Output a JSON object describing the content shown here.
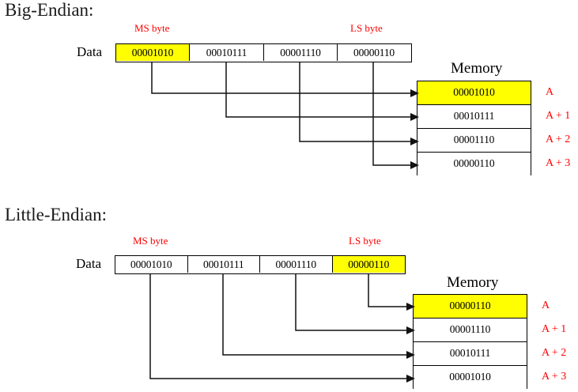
{
  "diagram": {
    "kind": "endianness-byte-order-diagram",
    "colors": {
      "highlight": "#ffff00",
      "label_red": "#ff0000",
      "line": "#111111",
      "background": "#ffffff"
    },
    "sections": [
      {
        "id": "big-endian",
        "title": "Big-Endian:",
        "data_label": "Data",
        "ms_byte_label": "MS byte",
        "ls_byte_label": "LS byte",
        "memory_title": "Memory",
        "data_bytes": [
          {
            "value": "00001010",
            "highlight": true
          },
          {
            "value": "00010111",
            "highlight": false
          },
          {
            "value": "00001110",
            "highlight": false
          },
          {
            "value": "00000110",
            "highlight": false
          }
        ],
        "memory_cells": [
          {
            "value": "00001010",
            "address": "A",
            "highlight": true
          },
          {
            "value": "00010111",
            "address": "A + 1",
            "highlight": false
          },
          {
            "value": "00001110",
            "address": "A + 2",
            "highlight": false
          },
          {
            "value": "00000110",
            "address": "A + 3",
            "highlight": false
          }
        ],
        "mapping": [
          {
            "from_byte_index": 0,
            "to_memory_index": 0
          },
          {
            "from_byte_index": 1,
            "to_memory_index": 1
          },
          {
            "from_byte_index": 2,
            "to_memory_index": 2
          },
          {
            "from_byte_index": 3,
            "to_memory_index": 3
          }
        ]
      },
      {
        "id": "little-endian",
        "title": "Little-Endian:",
        "data_label": "Data",
        "ms_byte_label": "MS byte",
        "ls_byte_label": "LS byte",
        "memory_title": "Memory",
        "data_bytes": [
          {
            "value": "00001010",
            "highlight": false
          },
          {
            "value": "00010111",
            "highlight": false
          },
          {
            "value": "00001110",
            "highlight": false
          },
          {
            "value": "00000110",
            "highlight": true
          }
        ],
        "memory_cells": [
          {
            "value": "00000110",
            "address": "A",
            "highlight": true
          },
          {
            "value": "00001110",
            "address": "A + 1",
            "highlight": false
          },
          {
            "value": "00010111",
            "address": "A + 2",
            "highlight": false
          },
          {
            "value": "00001010",
            "address": "A + 3",
            "highlight": false
          }
        ],
        "mapping": [
          {
            "from_byte_index": 3,
            "to_memory_index": 0
          },
          {
            "from_byte_index": 2,
            "to_memory_index": 1
          },
          {
            "from_byte_index": 1,
            "to_memory_index": 2
          },
          {
            "from_byte_index": 0,
            "to_memory_index": 3
          }
        ]
      }
    ]
  }
}
